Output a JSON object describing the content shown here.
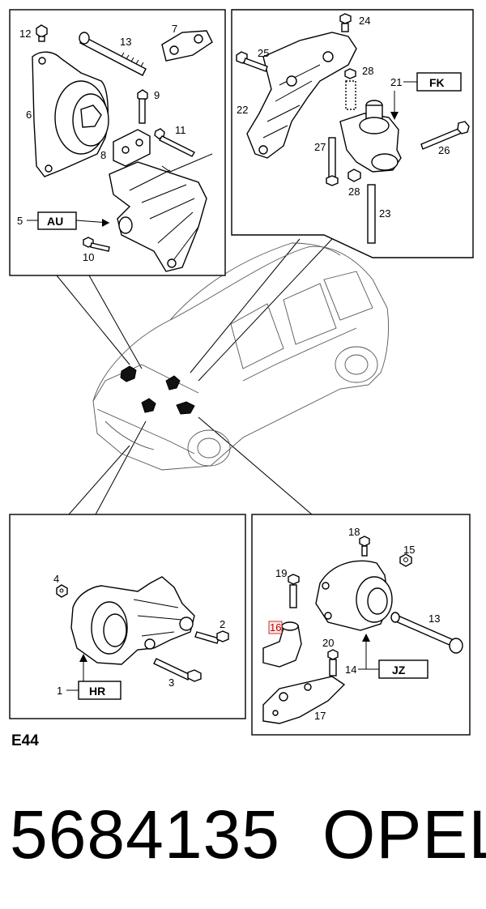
{
  "diagram_code": "E44",
  "part_number": "5684135",
  "brand": "OPEL",
  "panels": {
    "top_left": {
      "callouts": {
        "c12": "12",
        "c13": "13",
        "c7": "7",
        "c6": "6",
        "c9": "9",
        "c11": "11",
        "c8": "8",
        "c10": "10"
      },
      "box": {
        "number": "5",
        "code": "AU"
      }
    },
    "top_right": {
      "callouts": {
        "c24": "24",
        "c25": "25",
        "c28a": "28",
        "c22": "22",
        "c27": "27",
        "c26": "26",
        "c28b": "28",
        "c23": "23"
      },
      "box": {
        "number": "21",
        "code": "FK"
      }
    },
    "bottom_left": {
      "callouts": {
        "c4": "4",
        "c2": "2",
        "c3": "3"
      },
      "box": {
        "number": "1",
        "code": "HR"
      }
    },
    "bottom_right": {
      "callouts": {
        "c18": "18",
        "c15": "15",
        "c19": "19",
        "c13": "13",
        "c16": "16",
        "c20": "20",
        "c17": "17"
      },
      "box": {
        "number": "14",
        "code": "JZ"
      }
    }
  },
  "colors": {
    "highlight": "#c00000",
    "line": "#000000"
  }
}
